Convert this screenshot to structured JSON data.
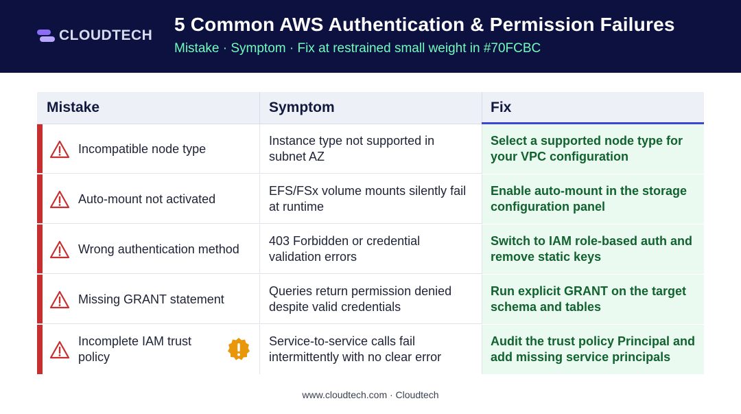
{
  "brand": {
    "name": "CLOUDTECH"
  },
  "header": {
    "title": "5 Common AWS Authentication & Permission Failures",
    "subtitle": "Mistake · Symptom · Fix at restrained small weight in #70FCBC"
  },
  "colors": {
    "header_bg": "#0d1140",
    "subtitle": "#70FCBC",
    "accent_red": "#c62f2f",
    "fix_bg": "#ebfaf1",
    "fix_text": "#11622f",
    "fix_underline": "#3b45d8",
    "badge": "#e8960c"
  },
  "table": {
    "columns": [
      "Mistake",
      "Symptom",
      "Fix"
    ],
    "rows": [
      {
        "mistake": "Incompatible node type",
        "symptom": "Instance type not supported in subnet AZ",
        "fix": "Select a supported node type for your VPC configuration",
        "icon": "warning-triangle-icon"
      },
      {
        "mistake": "Auto-mount not activated",
        "symptom": "EFS/FSx volume mounts silently fail at runtime",
        "fix": "Enable auto-mount in the storage configuration panel",
        "icon": "warning-triangle-icon"
      },
      {
        "mistake": "Wrong authentication method",
        "symptom": "403 Forbidden or credential validation errors",
        "fix": "Switch to IAM role-based auth and remove static keys",
        "icon": "warning-triangle-icon"
      },
      {
        "mistake": "Missing GRANT statement",
        "symptom": "Queries return permission denied despite valid credentials",
        "fix": "Run explicit GRANT on the target schema and tables",
        "icon": "warning-triangle-icon"
      },
      {
        "mistake": "Incomplete IAM trust policy",
        "symptom": "Service-to-service calls fail intermittently with no clear error",
        "fix": "Audit the trust policy Principal and add missing service principals",
        "icon": "warning-triangle-icon",
        "badge": "alert-badge-icon"
      }
    ]
  },
  "footer": {
    "text": "www.cloudtech.com · Cloudtech"
  }
}
